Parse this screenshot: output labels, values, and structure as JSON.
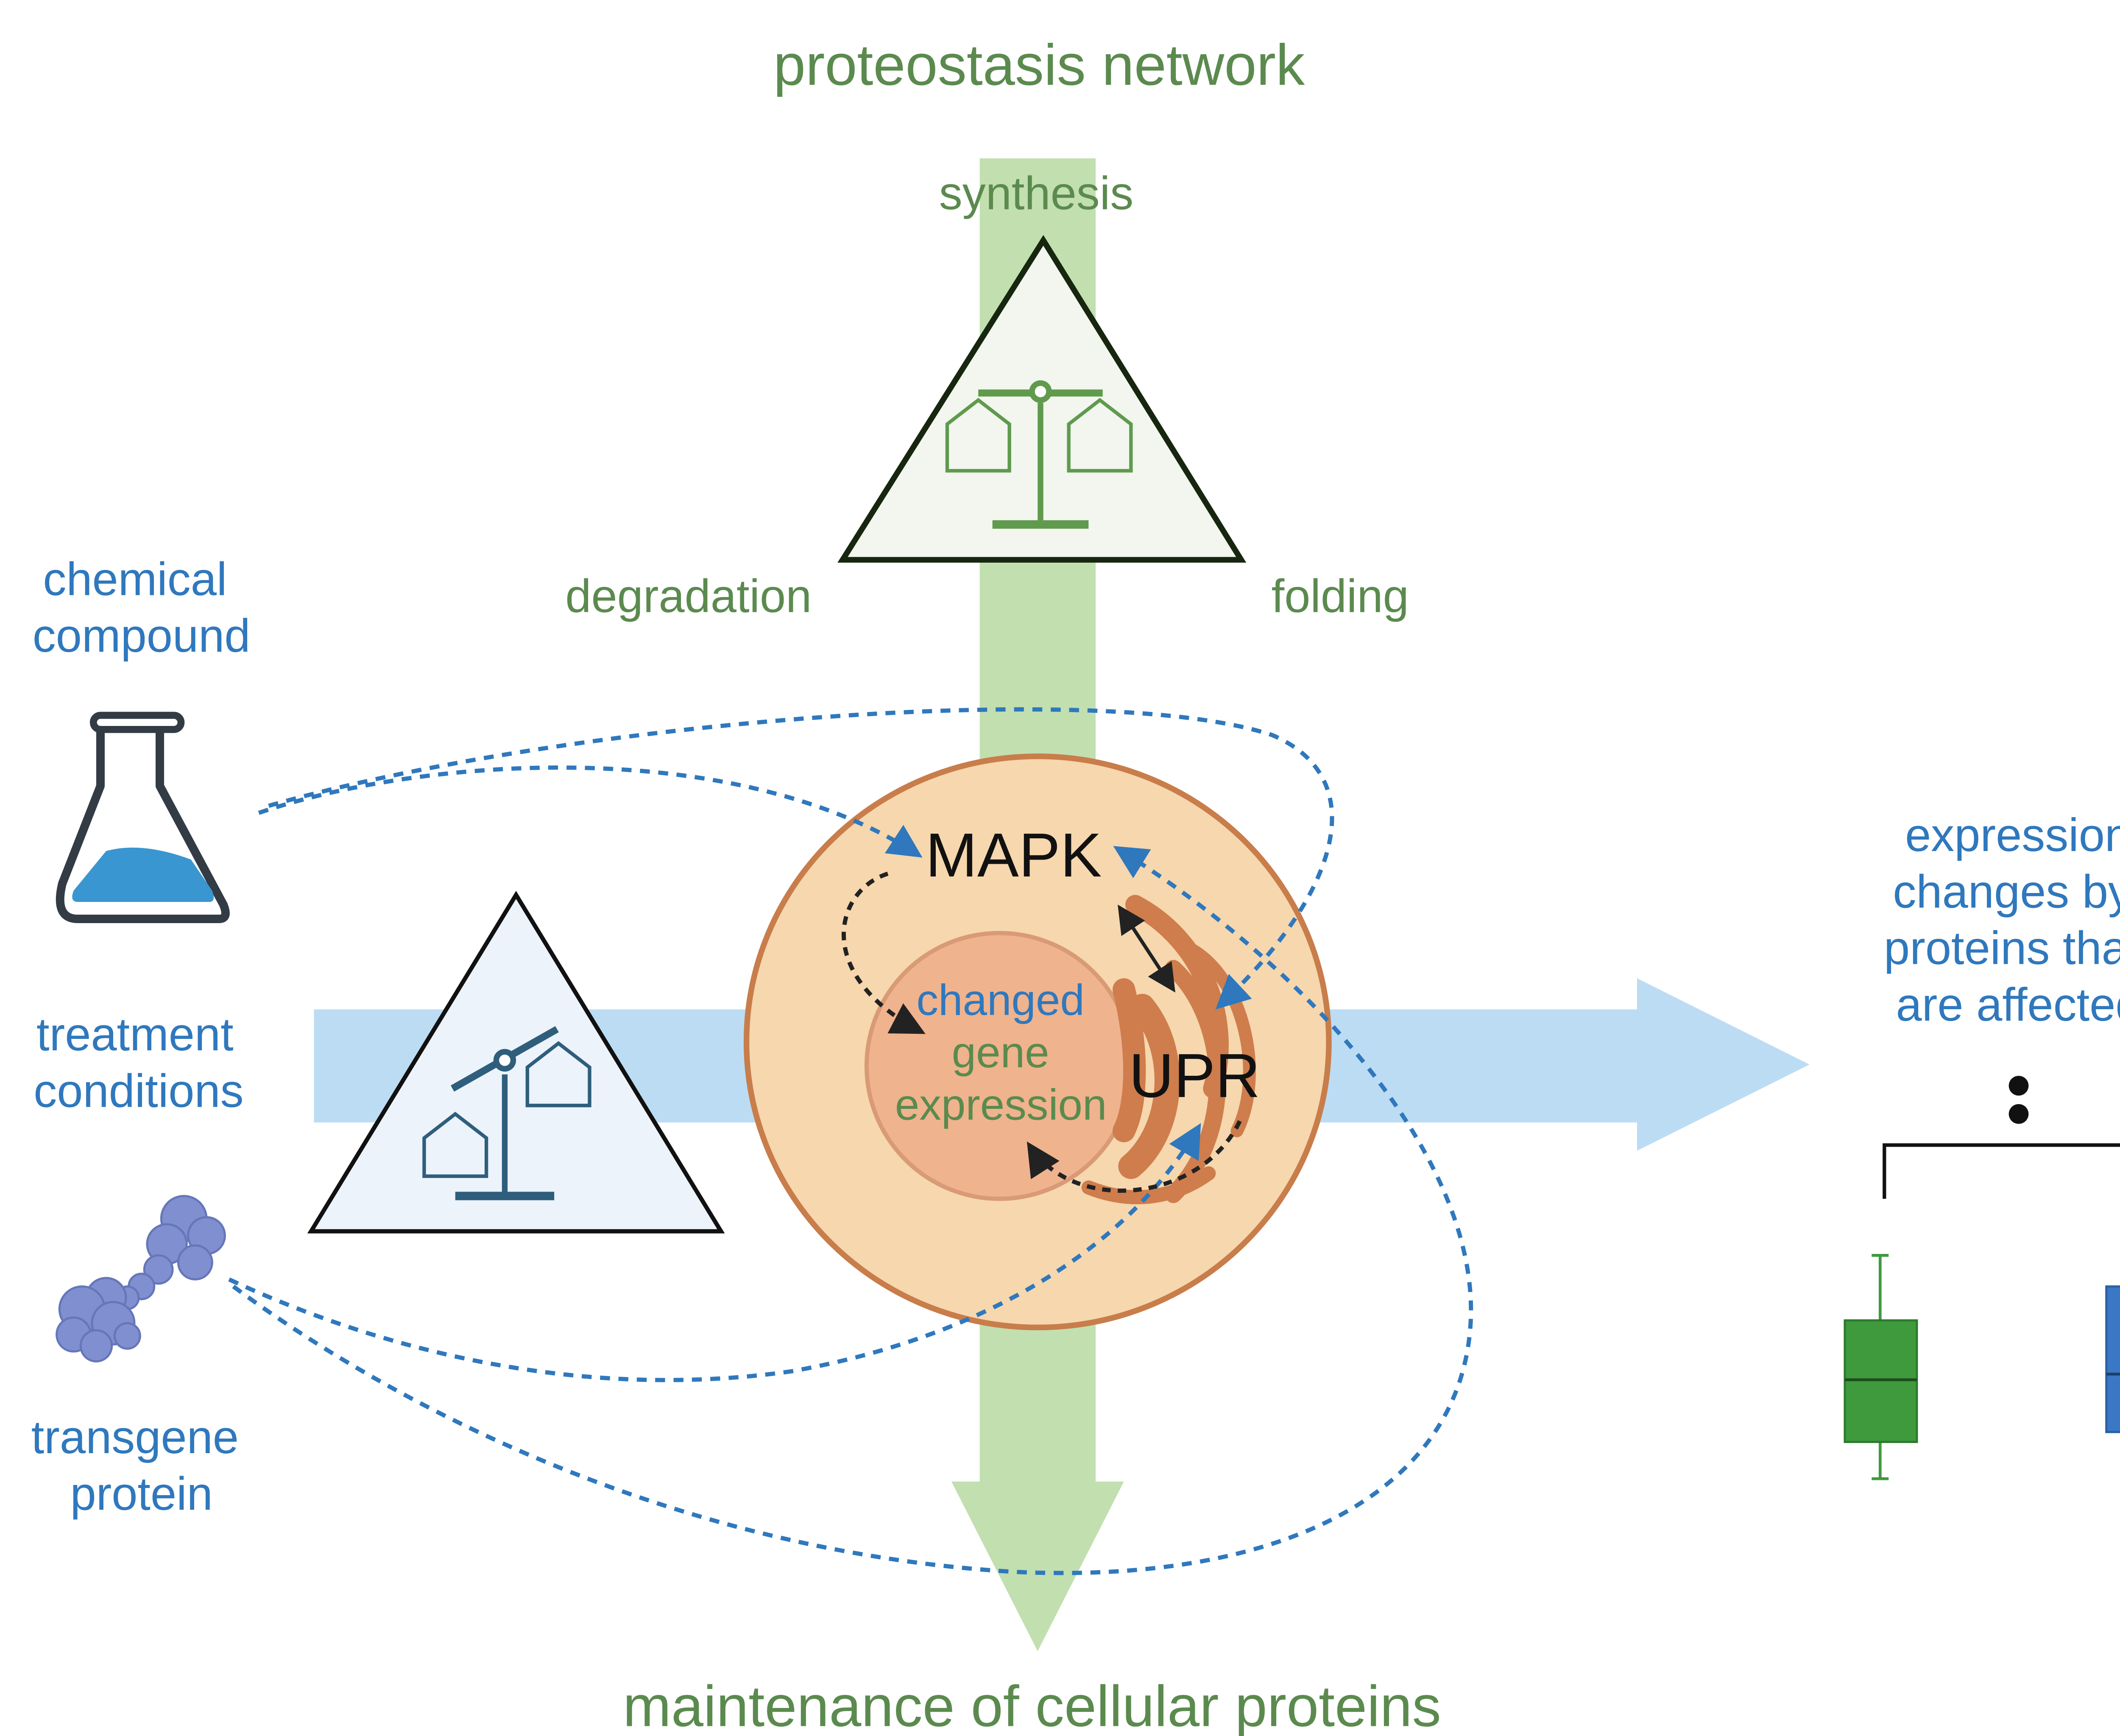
{
  "title": "proteostasis network",
  "footer": "maintenance of cellular proteins",
  "network": {
    "synthesis": "synthesis",
    "degradation": "degradation",
    "folding": "folding"
  },
  "inputs": {
    "chemical_line1": "chemical",
    "chemical_line2": "compound",
    "treatment_line1": "treatment",
    "treatment_line2": "conditions",
    "transgene_line1": "transgene",
    "transgene_line2": "protein"
  },
  "cell": {
    "mapk": "MAPK",
    "upr": "UPR",
    "nucleus_line1": "changed",
    "nucleus_line2": "gene",
    "nucleus_line3": "expression"
  },
  "output": {
    "line1": "expression",
    "line2": "changes by",
    "line3": "proteins that",
    "line4": "are affected"
  },
  "colors": {
    "green_text": "#5b8a4e",
    "blue_text": "#2f78bd",
    "green_arrow": "#c2dfb0",
    "blue_arrow": "#bcdcf4",
    "cell_fill": "#f6d7ae",
    "cell_stroke": "#c87d4a",
    "nucleus_fill": "#efb38e",
    "er_fill": "#cf7d4c",
    "box_green": "#3f9a3e",
    "box_blue": "#3a78c6"
  },
  "icons": [
    "flask-icon",
    "protein-aggregate-icon",
    "balance-scale-icon"
  ]
}
